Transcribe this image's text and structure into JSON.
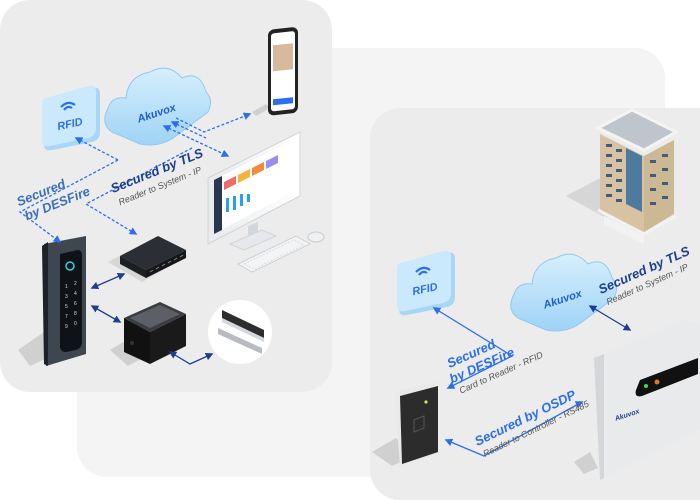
{
  "colors": {
    "accent_blue": "#2b6ff0",
    "dark_blue": "#1d3f8f",
    "cloud_fill": "#bfe4fb",
    "rfid_fill": "#bfe4fb",
    "panel_left": "#ececec",
    "panel_mid": "#f4f4f4",
    "panel_right": "#ececec"
  },
  "left_diagram": {
    "rfid_tile": {
      "label": "RFID",
      "icon": "wifi-signal-icon"
    },
    "cloud": {
      "brand": "Akuvox",
      "icon": "cloud-icon"
    },
    "label_desfire": {
      "line1": "Secured",
      "line2": "by DESFire"
    },
    "label_tls": {
      "main": "Secured by TLS",
      "sub": "Reader to System - IP"
    },
    "devices": [
      "smartphone",
      "desktop-monitor",
      "keyboard",
      "mouse",
      "access-keypad-reader",
      "network-switch",
      "controller-box",
      "magnetic-lock"
    ]
  },
  "right_diagram": {
    "rfid_tile": {
      "label": "RFID",
      "icon": "wifi-signal-icon"
    },
    "cloud": {
      "brand": "Akuvox",
      "icon": "cloud-icon"
    },
    "label_tls": {
      "main": "Secured by TLS",
      "sub": "Reader to System - IP"
    },
    "label_desfire": {
      "line1": "Secured",
      "line2": "by DESFire",
      "sub": "Card to Reader - RFID"
    },
    "label_osdp": {
      "main": "Secured by OSDP",
      "sub": "Reader to Controller - RS485"
    },
    "controller_brand": "Akuvox",
    "devices": [
      "office-building",
      "card-reader",
      "access-controller"
    ]
  }
}
